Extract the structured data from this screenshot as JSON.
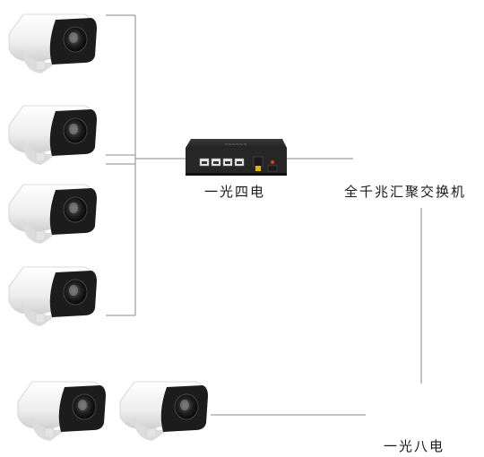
{
  "labels": {
    "switch4": "一光四电",
    "core": "全千兆汇聚交换机",
    "switch8": "一光八电"
  },
  "devices": {
    "cameras_group_a": 4,
    "cameras_group_b": 2,
    "switch4_ports": 4,
    "switch8_ports": 8
  },
  "colors": {
    "line": "#8a8a8a",
    "camera_body": "#f2f2f2",
    "camera_front": "#1c1c1c",
    "switch_body": "#2b2b2b",
    "port_white": "#e8e8e8",
    "led_yellow": "#e0b400"
  },
  "icons": {
    "camera": "bullet-camera-icon",
    "switch4": "network-switch-icon",
    "core": "rack-switch-icon",
    "switch8": "network-switch-icon"
  }
}
